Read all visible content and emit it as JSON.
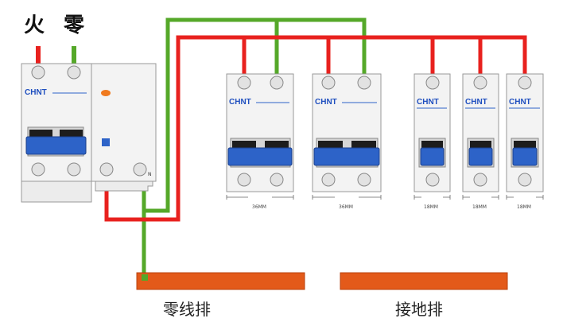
{
  "labels": {
    "live": "火",
    "neutral": "零",
    "neutral_bar": "零线排",
    "ground_bar": "接地排",
    "n_terminal": "N"
  },
  "breakers": {
    "brand": "CHNT",
    "width_36": "36MM",
    "width_18": "18MM"
  },
  "colors": {
    "live_wire": "#e8211e",
    "neutral_wire": "#55a829",
    "bus_bar": "#e35a1a",
    "handle": "#2d63c8",
    "brand_text": "#1f4fbf",
    "indicator": "#f07a1e"
  }
}
